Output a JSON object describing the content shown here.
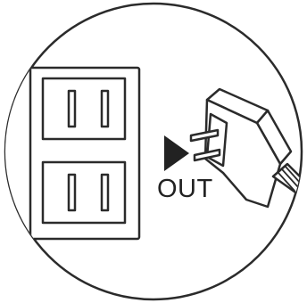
{
  "illustration": {
    "direction_label": "OUT",
    "direction_icon": "play-triangle-icon",
    "subject": "ac-power-adapter",
    "fixture": "wall-outlet-dual"
  },
  "colors": {
    "line": "#2b2b2b",
    "fill": "#ffffff",
    "background": "#ffffff"
  }
}
